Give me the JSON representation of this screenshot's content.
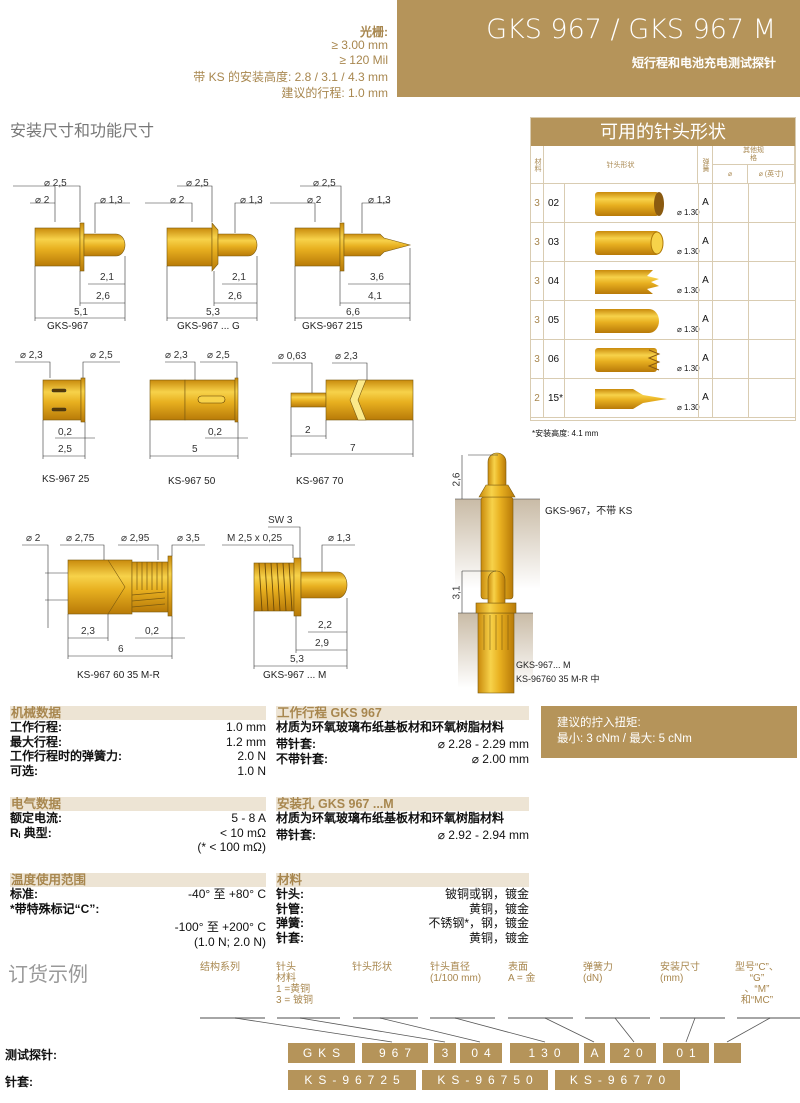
{
  "header": {
    "title": "GKS 967 / GKS 967 M",
    "subtitle": "短行程和电池充电测试探针",
    "specs": [
      "光栅:",
      "≥ 3.00 mm",
      "≥ 120 Mil",
      "带 KS 的安装高度: 2.8 / 3.1 / 4.3 mm",
      "建议的行程: 1.0 mm"
    ]
  },
  "section_title": "安装尺寸和功能尺寸",
  "drawings": {
    "gks967": {
      "d1": "⌀ 2,5",
      "d2": "⌀ 2",
      "d3": "⌀ 1,3",
      "l1": "2,1",
      "l2": "2,6",
      "l3": "5,1",
      "caption": "GKS-967"
    },
    "gks967g": {
      "d1": "⌀ 2,5",
      "d2": "⌀ 2",
      "d3": "⌀ 1,3",
      "l1": "2,1",
      "l2": "2,6",
      "l3": "5,3",
      "caption": "GKS-967 ... G"
    },
    "gks967215": {
      "d1": "⌀ 2,5",
      "d2": "⌀ 2",
      "d3": "⌀ 1,3",
      "l1": "3,6",
      "l2": "4,1",
      "l3": "6,6",
      "caption": "GKS-967 215"
    },
    "ks96725": {
      "d1": "⌀ 2,3",
      "d2": "⌀ 2,5",
      "l1": "0,2",
      "l2": "2,5",
      "caption": "KS-967 25"
    },
    "ks96750": {
      "d1": "⌀ 2,3",
      "d2": "⌀ 2,5",
      "l1": "0,2",
      "l2": "5",
      "caption": "KS-967 50"
    },
    "ks96770": {
      "d1": "⌀ 0,63",
      "d2": "⌀ 2,3",
      "l1": "2",
      "l2": "7",
      "caption": "KS-967 70"
    },
    "ks9676035": {
      "d1": "⌀ 2",
      "d2": "⌀ 2,75",
      "d3": "⌀ 2,95",
      "d4": "⌀ 3,5",
      "l1": "2,3",
      "l2": "0,2",
      "l3": "6",
      "caption": "KS-967 60 35 M-R"
    },
    "gks967m": {
      "sw": "SW 3",
      "thread": "M 2,5 x 0,25",
      "d1": "⌀ 1,3",
      "l1": "2,2",
      "l2": "2,9",
      "l3": "5,3",
      "caption": "GKS-967 ... M"
    },
    "install1": {
      "h": "2,6",
      "caption": "GKS-967，不带 KS"
    },
    "install2": {
      "h": "3,1",
      "caption1": "GKS-967... M",
      "caption2": "KS-96760 35 M-R 中"
    }
  },
  "tip_table": {
    "title": "可用的针头形状",
    "col_material": "材料",
    "col_shape": "针头形状",
    "col_spring": "弹簧",
    "col_other": "其他规格",
    "col_dia": "⌀",
    "col_dia_inch": "⌀ (英寸)",
    "rows": [
      {
        "material": "3",
        "code": "02",
        "diameter": "⌀ 1.30",
        "spring": "A"
      },
      {
        "material": "3",
        "code": "03",
        "diameter": "⌀ 1.30",
        "spring": "A"
      },
      {
        "material": "3",
        "code": "04",
        "diameter": "⌀ 1.30",
        "spring": "A"
      },
      {
        "material": "3",
        "code": "05",
        "diameter": "⌀ 1.30",
        "spring": "A"
      },
      {
        "material": "3",
        "code": "06",
        "diameter": "⌀ 1.30",
        "spring": "A"
      },
      {
        "material": "2",
        "code": "15*",
        "diameter": "⌀ 1.30",
        "spring": "A"
      }
    ],
    "footnote": "*安装高度: 4.1 mm"
  },
  "mechanical": {
    "title": "机械数据",
    "rows": [
      {
        "label": "工作行程:",
        "value": "1.0 mm"
      },
      {
        "label": "最大行程:",
        "value": "1.2 mm"
      },
      {
        "label": "工作行程时的弹簧力:",
        "value": "2.0 N"
      },
      {
        "label": "可选:",
        "value": "1.0 N"
      }
    ]
  },
  "electrical": {
    "title": "电气数据",
    "rows": [
      {
        "label": "额定电流:",
        "value": "5 - 8 A"
      },
      {
        "label": "Rᵢ 典型:",
        "value": "< 10 mΩ"
      },
      {
        "label": "",
        "value": "(* < 100 mΩ)"
      }
    ]
  },
  "temperature": {
    "title": "温度使用范围",
    "rows": [
      {
        "label": "标准:",
        "value": "-40° 至 +80° C"
      },
      {
        "label": "*带特殊标记“C”:",
        "value": ""
      },
      {
        "label": "",
        "value": "-100° 至 +200° C"
      },
      {
        "label": "",
        "value": "(1.0 N; 2.0 N)"
      }
    ]
  },
  "working_stroke": {
    "title": "工作行程 GKS 967",
    "material": "材质为环氧玻璃布纸基板材和环氧树脂材料",
    "rows": [
      {
        "label": "带针套:",
        "value": "⌀ 2.28 - 2.29 mm"
      },
      {
        "label": "不带针套:",
        "value": "⌀ 2.00 mm"
      }
    ]
  },
  "mounting_hole": {
    "title": "安装孔 GKS 967 ...M",
    "material": "材质为环氧玻璃布纸基板材和环氧树脂材料",
    "rows": [
      {
        "label": "带针套:",
        "value": "⌀ 2.92 - 2.94 mm"
      }
    ]
  },
  "materials": {
    "title": "材料",
    "rows": [
      {
        "label": "针头:",
        "value": "铍铜或钢，镀金"
      },
      {
        "label": "针管:",
        "value": "黄铜，镀金"
      },
      {
        "label": "弹簧:",
        "value": "不锈钢*，钢，镀金"
      },
      {
        "label": "针套:",
        "value": "黄铜，镀金"
      }
    ]
  },
  "torque": {
    "title": "建议的拧入扭矩:",
    "value": "最小: 3 cNm / 最大: 5 cNm"
  },
  "order": {
    "title": "订货示例",
    "headers": [
      "结构系列",
      "针头\n材料\n1 =黄铜\n3 = 铍铜",
      "针头形状",
      "针头直径\n(1/100 mm)",
      "表面\nA = 金",
      "弹簧力\n(dN)",
      "安装尺寸\n(mm)",
      "型号“C”、\n“G”\n、“M”\n和“MC”"
    ],
    "probe_label": "测试探针:",
    "probe_boxes": [
      "GKS",
      "967",
      "3",
      "04",
      "130",
      "A",
      "20",
      "01",
      ""
    ],
    "socket_label": "针套:",
    "socket_boxes": [
      "KS-96725",
      "KS-96750",
      "KS-96770"
    ]
  },
  "colors": {
    "brand": "#b5945a",
    "brand_text": "#a8874f",
    "section_bg": "#ede4d4",
    "pin_gold": "#e6ad1e"
  }
}
